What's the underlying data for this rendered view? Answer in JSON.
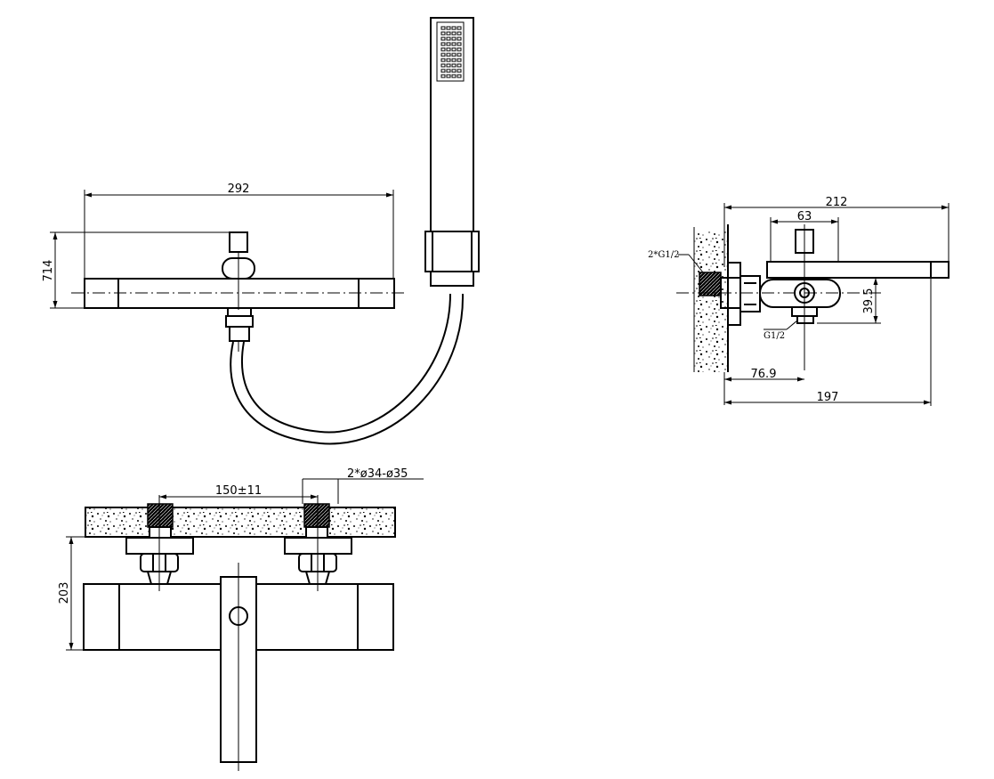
{
  "front_view": {
    "width_dim": "292",
    "height_dim": "714"
  },
  "side_view": {
    "total_depth_dim": "212",
    "handle_dim": "63",
    "height_dim": "39.5",
    "wall_offset_dim": "76.9",
    "projection_dim": "197",
    "inlet_label": "2*G1/2",
    "outlet_label": "G1/2"
  },
  "top_view": {
    "spacing_dim": "150±11",
    "hole_dim": "2*ø34-ø35",
    "depth_dim": "203"
  }
}
